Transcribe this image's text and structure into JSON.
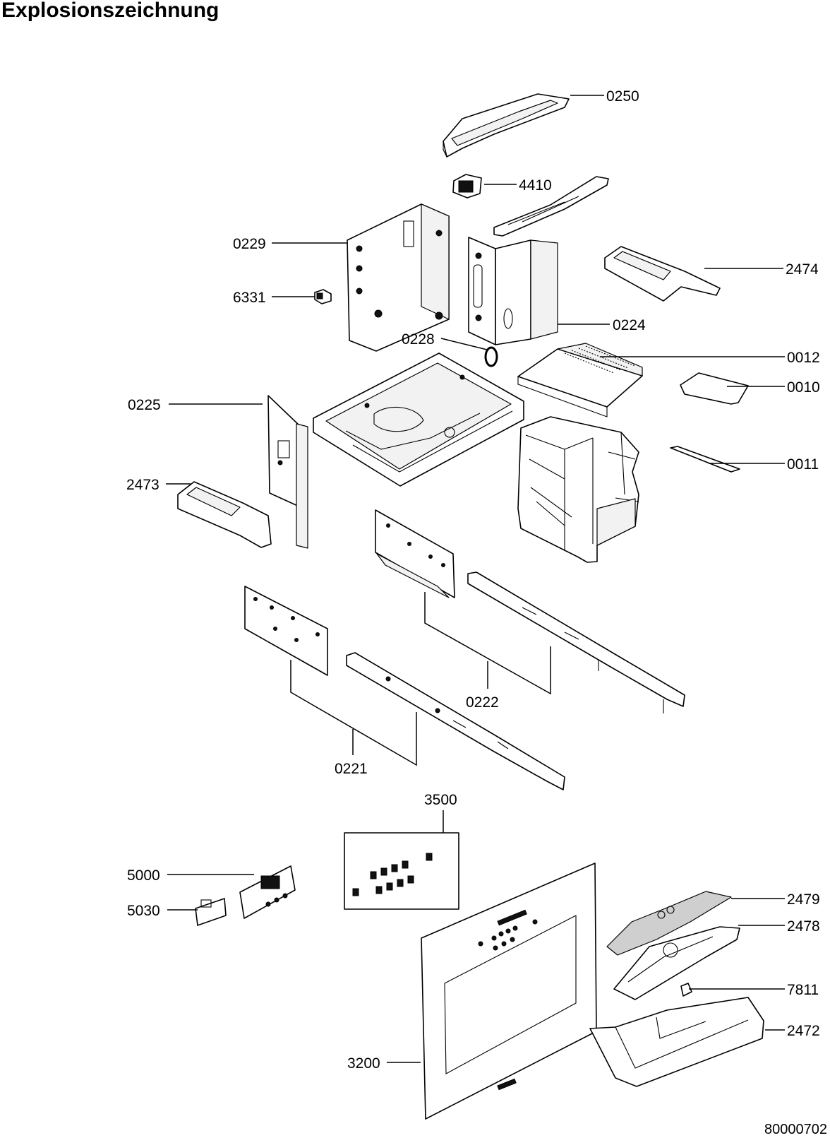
{
  "title": "Explosionszeichnung",
  "doc_number": "80000702",
  "labels": {
    "p0250": "0250",
    "p4410": "4410",
    "p0229": "0229",
    "p6331": "6331",
    "p2474": "2474",
    "p0224": "0224",
    "p0228": "0228",
    "p0012": "0012",
    "p0010": "0010",
    "p0225": "0225",
    "p0011": "0011",
    "p2473": "2473",
    "p0222": "0222",
    "p0221": "0221",
    "p3500": "3500",
    "p5000": "5000",
    "p5030": "5030",
    "p2479": "2479",
    "p2478": "2478",
    "p7811": "7811",
    "p2472": "2472",
    "p3200": "3200"
  }
}
